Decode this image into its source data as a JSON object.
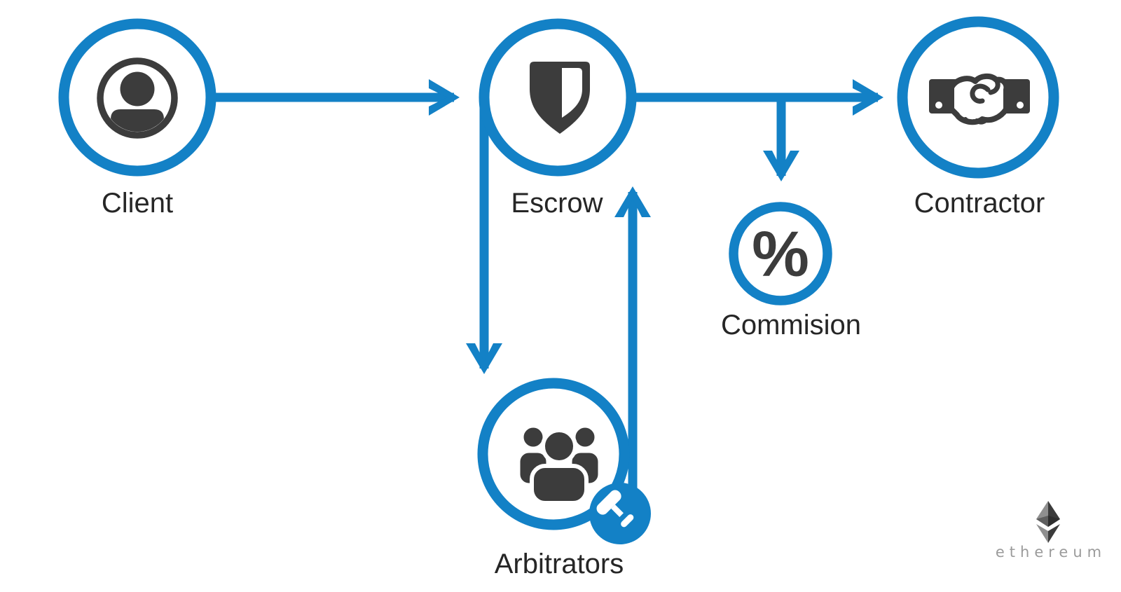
{
  "colors": {
    "accent": "#1381C6",
    "icon-dark": "#3C3C3C",
    "label-text": "#262626",
    "background": "#FFFFFF",
    "eth-light": "#8F8F8F",
    "eth-dark": "#3B3B3B",
    "eth-mid-light": "#5F5F5F",
    "eth-mid-dark": "#2E2E2E",
    "eth-wordmark": "#9B9B9B"
  },
  "diagram": {
    "nodes": {
      "client": {
        "label": "Client",
        "icon": "person-icon"
      },
      "escrow": {
        "label": "Escrow",
        "icon": "shield-icon"
      },
      "contractor": {
        "label": "Contractor",
        "icon": "handshake-icon"
      },
      "commission": {
        "label": "Commision",
        "icon": "percent-icon",
        "symbol": "%"
      },
      "arbitrators": {
        "label": "Arbitrators",
        "icon": "people-icon",
        "badge_icon": "gavel-icon"
      }
    },
    "edges": [
      {
        "from": "client",
        "to": "escrow",
        "direction": "right"
      },
      {
        "from": "escrow",
        "to": "contractor",
        "direction": "right"
      },
      {
        "from": "escrow-contractor-line",
        "to": "commission",
        "direction": "down"
      },
      {
        "from": "escrow",
        "to": "arbitrators",
        "direction": "down"
      },
      {
        "from": "arbitrators",
        "to": "escrow",
        "direction": "up"
      }
    ],
    "branding": {
      "wordmark": "ethereum",
      "logo": "ethereum-diamond-logo"
    }
  }
}
